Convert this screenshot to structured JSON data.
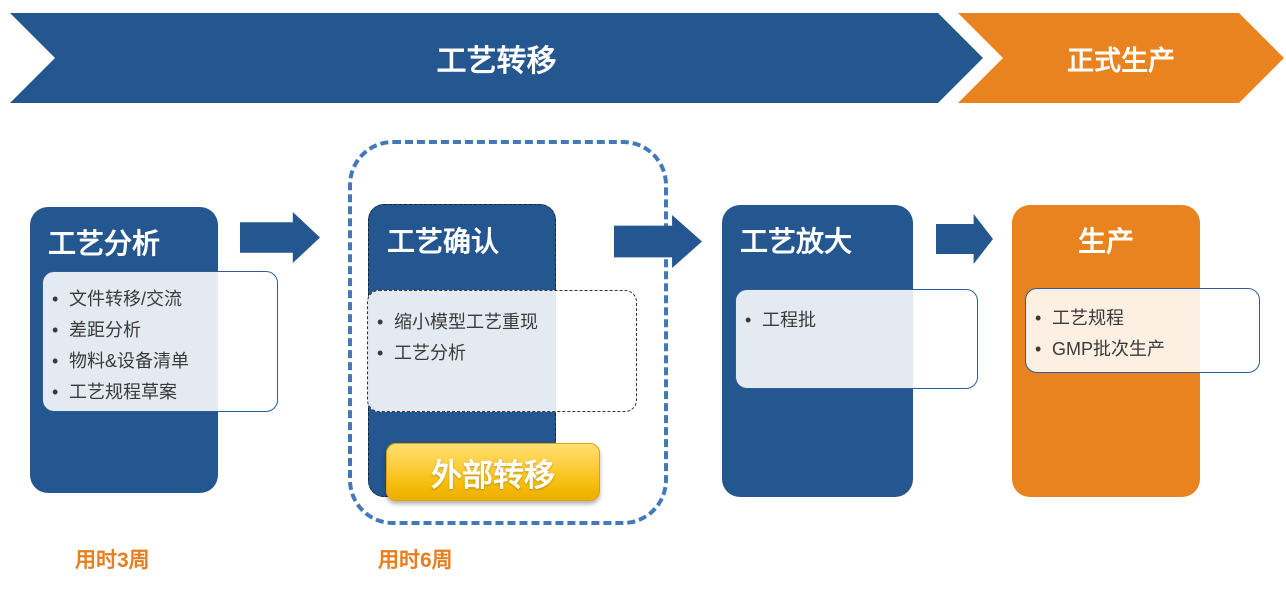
{
  "colors": {
    "stage_blue": "#24568F",
    "stage_orange": "#E8831F",
    "frame_dashed_blue": "#4479B8",
    "badge_gold_top": "#FFE070",
    "badge_gold_bottom": "#EDAE00",
    "bullet_text": "#3A3A3A",
    "duration_orange": "#E87E1F"
  },
  "banners": [
    {
      "label": "工艺转移"
    },
    {
      "label": "正式生产"
    }
  ],
  "stages": [
    {
      "title": "工艺分析",
      "items": [
        "文件转移/交流",
        "差距分析",
        "物料&设备清单",
        "工艺规程草案"
      ]
    },
    {
      "title": "工艺确认",
      "items": [
        "缩小模型工艺重现",
        "工艺分析"
      ],
      "badge": "外部转移"
    },
    {
      "title": "工艺放大",
      "items": [
        "工程批"
      ]
    },
    {
      "title": "生产",
      "items": [
        "工艺规程",
        "GMP批次生产"
      ]
    }
  ],
  "durations": [
    {
      "label": "用时3周"
    },
    {
      "label": "用时6周"
    }
  ]
}
